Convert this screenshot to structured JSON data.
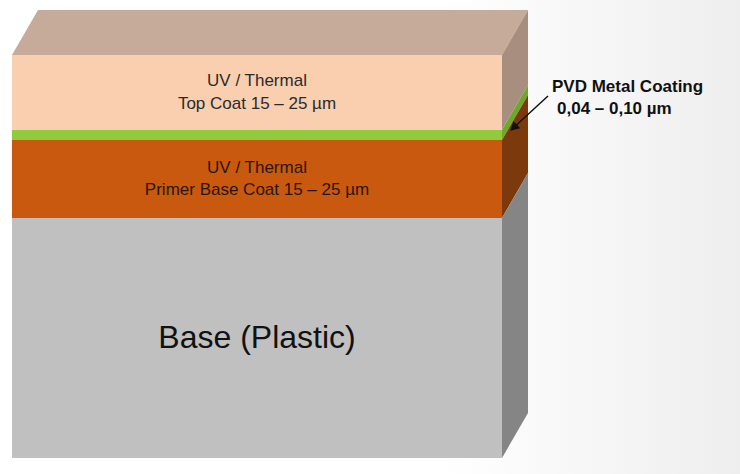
{
  "diagram": {
    "nodes": [
      {
        "text": [
          "UV / Thermal",
          "Top Coat 15 – 25 µm"
        ]
      },
      {
        "text": [
          "UV / Thermal",
          "Primer Base Coat 15 – 25 µm"
        ]
      },
      {
        "text": [
          "Base (Plastic)"
        ]
      }
    ],
    "labels": [
      "PVD Metal Coating",
      "0,04 – 0,10 µm"
    ]
  }
}
